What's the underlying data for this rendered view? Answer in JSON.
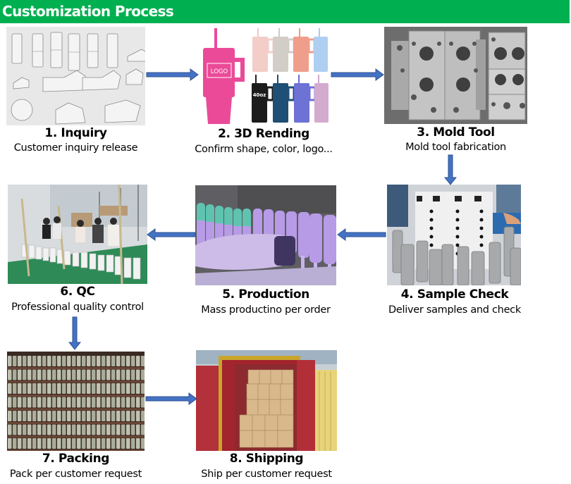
{
  "header": {
    "title": "Customization Process",
    "bg_color": "#00b050"
  },
  "arrow_color": "#4472c4",
  "steps": [
    {
      "title": "1. Inquiry",
      "desc": "Customer inquiry release",
      "image": "product-sketches"
    },
    {
      "title": "2. 3D Rending",
      "desc": "Confirm shape, color, logo...",
      "image": "tumbler-color-renderings",
      "image_labels": {
        "logo": "LOGO",
        "capacity": "40oz"
      }
    },
    {
      "title": "3. Mold Tool",
      "desc": "Mold tool fabrication",
      "image": "steel-mold-tool"
    },
    {
      "title": "4. Sample Check",
      "desc": "Deliver samples and check",
      "image": "sample-check-machine"
    },
    {
      "title": "5. Production",
      "desc": "Mass productino per order",
      "image": "spray-coating-production"
    },
    {
      "title": "6. QC",
      "desc": "Professional quality control",
      "image": "qc-assembly-line"
    },
    {
      "title": "7. Packing",
      "desc": "Pack per customer request",
      "image": "packed-tumblers-rack"
    },
    {
      "title": "8. Shipping",
      "desc": "Ship per customer request",
      "image": "shipping-container-boxes"
    }
  ]
}
